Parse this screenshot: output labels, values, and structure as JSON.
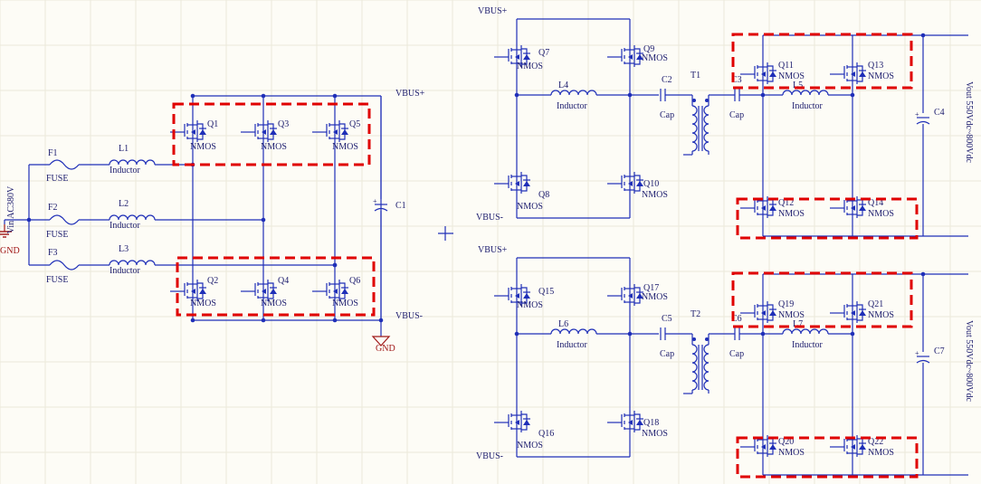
{
  "labels": {
    "vbus_plus": "VBUS+",
    "vbus_minus": "VBUS-",
    "gnd": "GND",
    "fuse": "FUSE",
    "inductor": "Inductor",
    "nmos": "NMOS",
    "cap": "Cap",
    "vin": "Vin AC380V",
    "vout": "Vout 550Vdc~800Vdc",
    "plus": "+"
  },
  "rectifier": {
    "fuses": [
      "F1",
      "F2",
      "F3"
    ],
    "inductors": [
      "L1",
      "L2",
      "L3"
    ],
    "upper_switches": [
      "Q1",
      "Q3",
      "Q5"
    ],
    "lower_switches": [
      "Q2",
      "Q4",
      "Q6"
    ],
    "capacitor": "C1"
  },
  "dcdc_top": {
    "primary_switches": [
      "Q7",
      "Q8",
      "Q9",
      "Q10"
    ],
    "secondary_switches": [
      "Q11",
      "Q12",
      "Q13",
      "Q14"
    ],
    "inductors": [
      "L4",
      "L5"
    ],
    "caps": [
      "C2",
      "C3"
    ],
    "transformer": "T1",
    "output_cap": "C4"
  },
  "dcdc_bottom": {
    "primary_switches": [
      "Q15",
      "Q16",
      "Q17",
      "Q18"
    ],
    "secondary_switches": [
      "Q19",
      "Q20",
      "Q21",
      "Q22"
    ],
    "inductors": [
      "L6",
      "L7"
    ],
    "caps": [
      "C5",
      "C6"
    ],
    "transformer": "T2",
    "output_cap": "C7"
  },
  "colors": {
    "wire": "#1f2fb8",
    "text": "#1c1c6e",
    "highlight": "#e00000",
    "gnd": "#a01818",
    "background": "#fdfcf6"
  }
}
